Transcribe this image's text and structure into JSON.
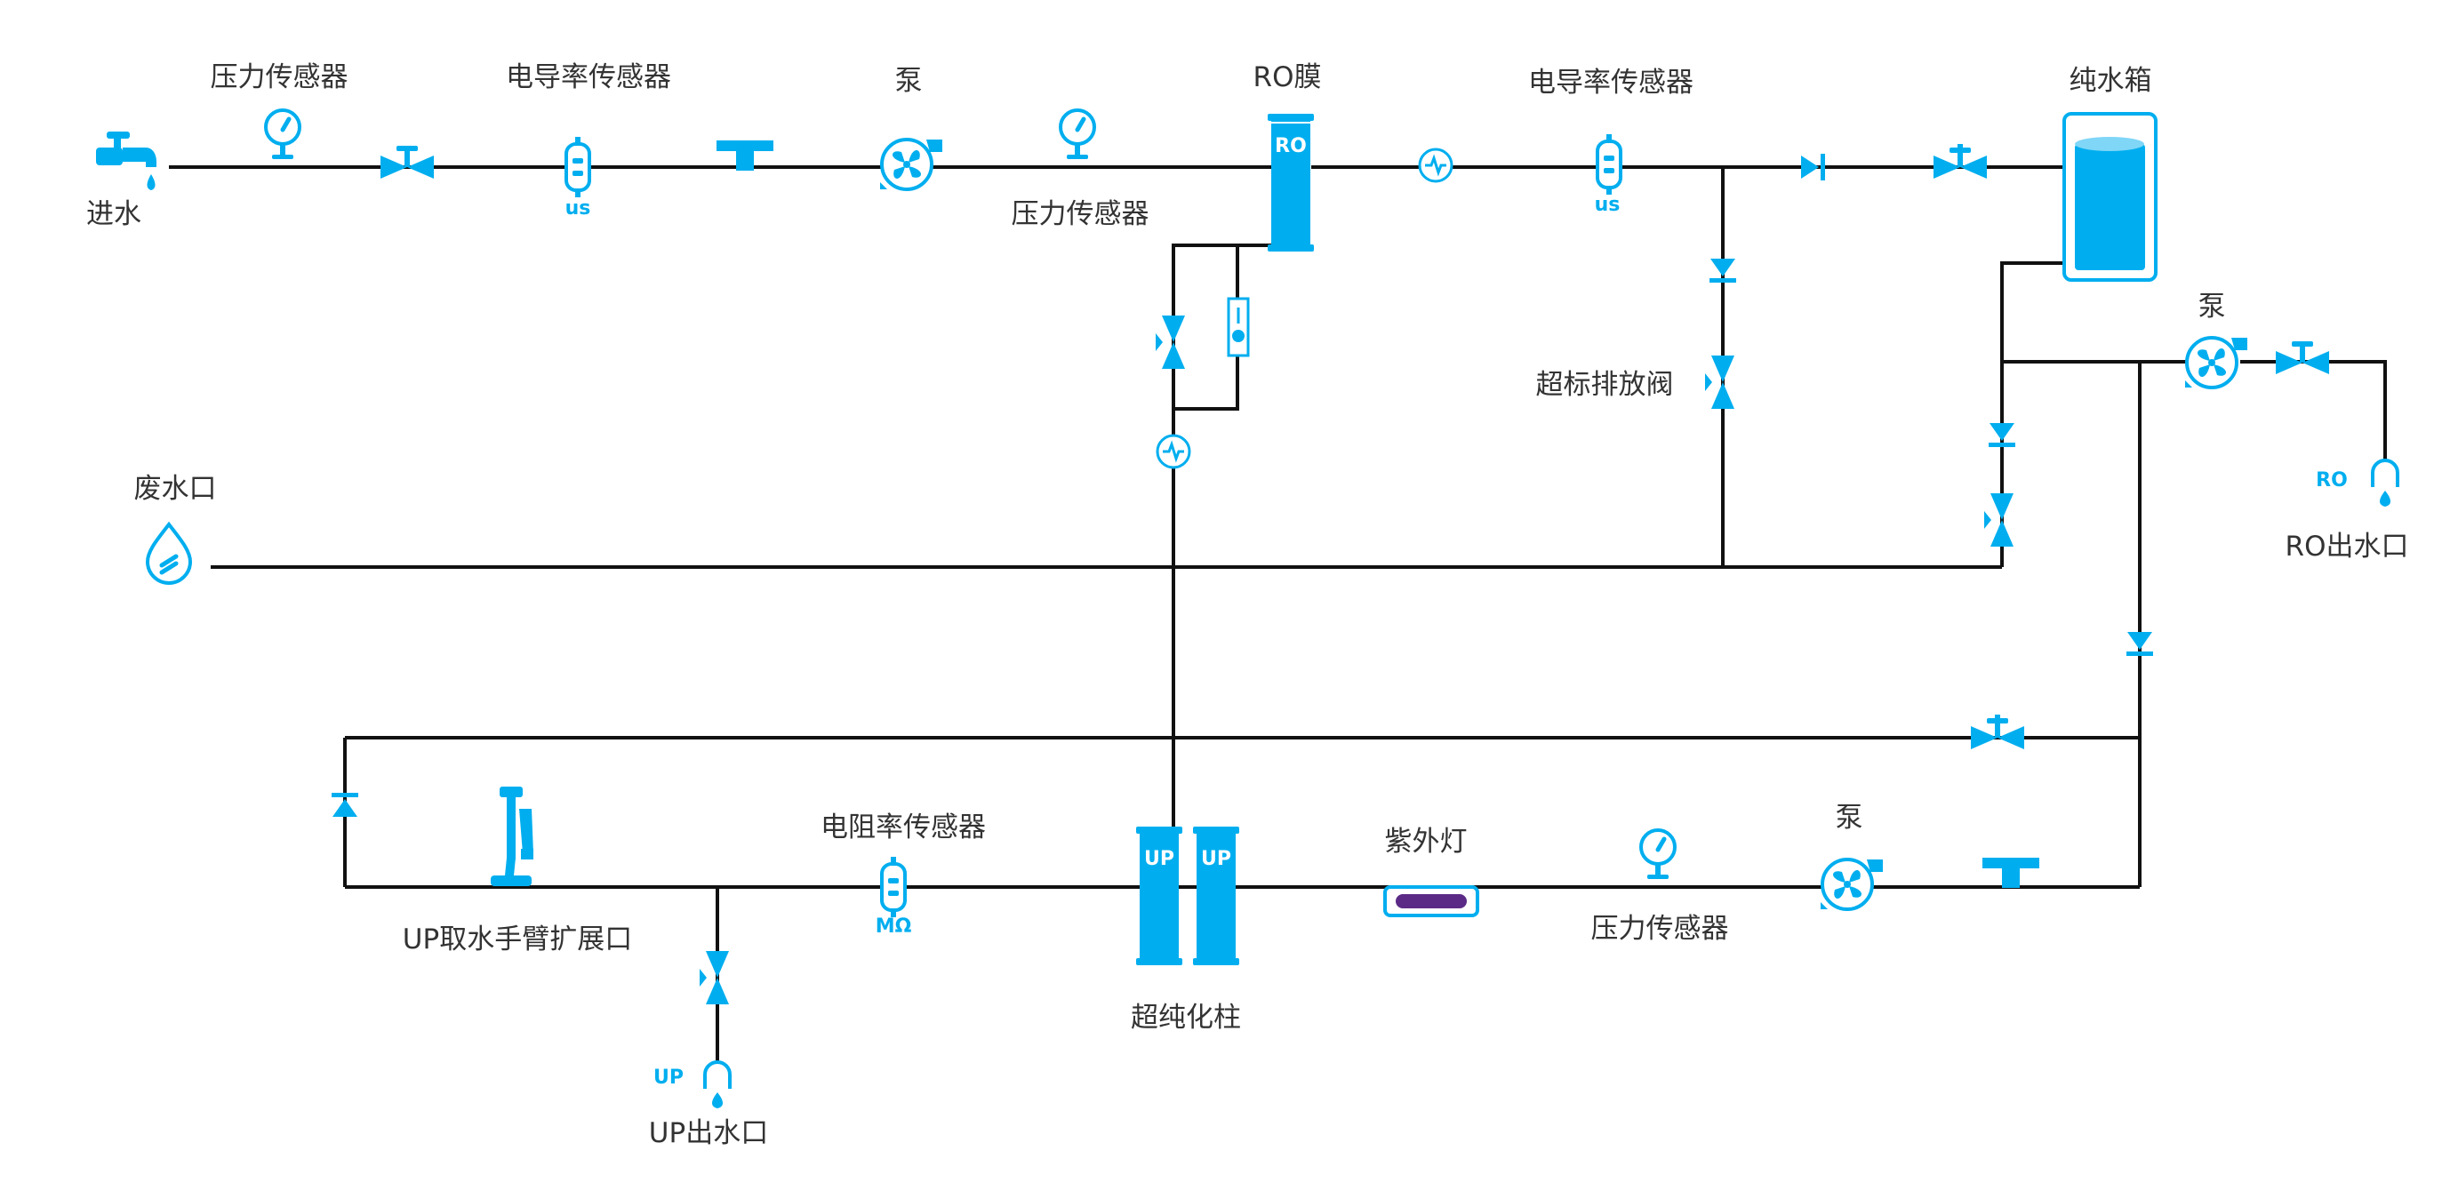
{
  "colors": {
    "accent": "#00AEEF",
    "pipe": "#111111",
    "text": "#333333",
    "uv_tube": "#5B2A86"
  },
  "labels": {
    "inlet": "进水",
    "pressure_sensor_1": "压力传感器",
    "conductivity_sensor_1": "电导率传感器",
    "pump_1": "泵",
    "pressure_sensor_2": "压力传感器",
    "ro_membrane": "RO膜",
    "conductivity_sensor_2": "电导率传感器",
    "pure_water_tank": "纯水箱",
    "overlimit_drain_valve": "超标排放阀",
    "waste_outlet": "废水口",
    "pump_2": "泵",
    "ro_outlet": "RO出水口",
    "up_arm_port": "UP取水手臂扩展口",
    "resistivity_sensor": "电阻率传感器",
    "ultrapure_columns": "超纯化柱",
    "uv_lamp": "紫外灯",
    "pressure_sensor_3": "压力传感器",
    "pump_3": "泵",
    "up_outlet": "UP出水口"
  },
  "units": {
    "us_1": "us",
    "us_2": "us",
    "mohm": "MΩ"
  },
  "tags": {
    "ro": "RO",
    "ro_outlet_tag": "RO",
    "up_outlet_tag": "UP",
    "up_col_1": "UP",
    "up_col_2": "UP"
  },
  "icons": [
    "faucet-icon",
    "pressure-gauge-icon",
    "valve-icon",
    "conductivity-sensor-icon",
    "filter-icon",
    "pump-icon",
    "membrane-icon",
    "flow-meter-icon",
    "check-valve-icon",
    "tank-icon",
    "drop-icon",
    "outlet-icon",
    "uv-lamp-icon",
    "resistivity-sensor-icon",
    "dispense-arm-icon"
  ]
}
